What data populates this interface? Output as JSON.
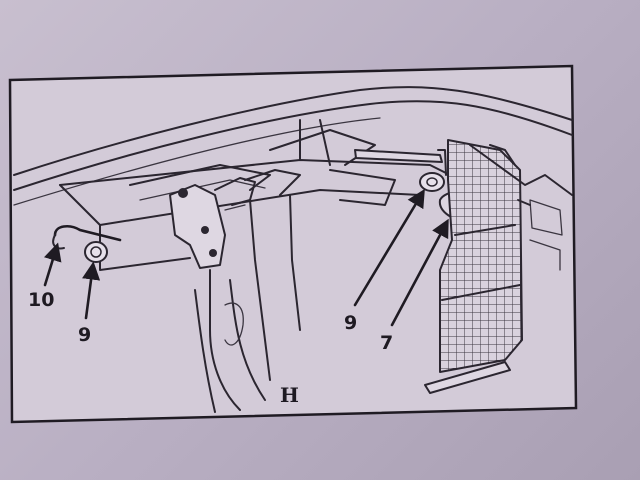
{
  "figure": {
    "panel_letter": "H",
    "callouts": [
      {
        "id": "left-10",
        "text": "10"
      },
      {
        "id": "left-9",
        "text": "9"
      },
      {
        "id": "right-9",
        "text": "9"
      },
      {
        "id": "right-7",
        "text": "7"
      }
    ]
  },
  "colors": {
    "paper": "#c4bbcb",
    "panel": "#d3cbd8",
    "ink": "#2b2630"
  }
}
